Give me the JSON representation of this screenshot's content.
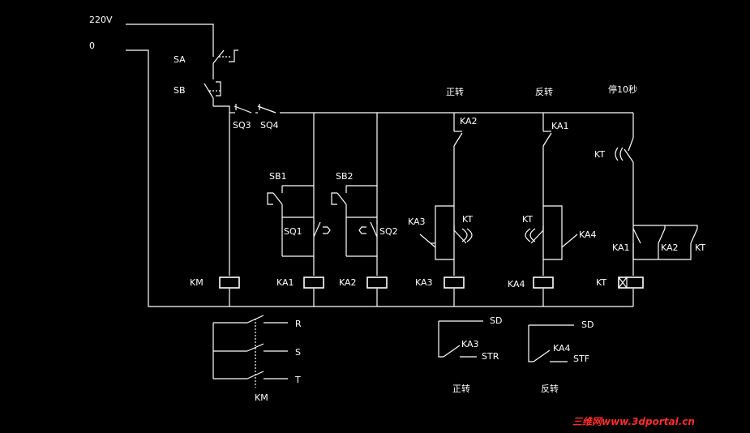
{
  "supply": {
    "v220": "220V",
    "zero": "0"
  },
  "switches": {
    "sa": "SA",
    "sb": "SB",
    "sq3": "SQ3",
    "sq4": "SQ4"
  },
  "captions": {
    "forward": "正转",
    "reverse": "反转",
    "stop10": "停10秒"
  },
  "branch1": {
    "sb1": "SB1",
    "sq1": "SQ1"
  },
  "branch2": {
    "sb2": "SB2",
    "sq2": "SQ2"
  },
  "branch3": {
    "ka2": "KA2",
    "ka3": "KA3",
    "kt": "KT"
  },
  "branch4": {
    "ka1": "KA1",
    "kt": "KT",
    "ka4": "KA4"
  },
  "branch5": {
    "kt": "KT",
    "ka1": "KA1",
    "ka2": "KA2",
    "kt2": "KT"
  },
  "coils": {
    "km": "KM",
    "ka1": "KA1",
    "ka2": "KA2",
    "ka3": "KA3",
    "ka4": "KA4",
    "kt": "KT"
  },
  "motor": {
    "r": "R",
    "s": "S",
    "t": "T",
    "km": "KM"
  },
  "inverter_fwd": {
    "sd": "SD",
    "ka3": "KA3",
    "str": "STR",
    "caption": "正转"
  },
  "inverter_rev": {
    "sd": "SD",
    "ka4": "KA4",
    "stf": "STF",
    "caption": "反转"
  },
  "watermark": "三维网www.3dportal.cn"
}
